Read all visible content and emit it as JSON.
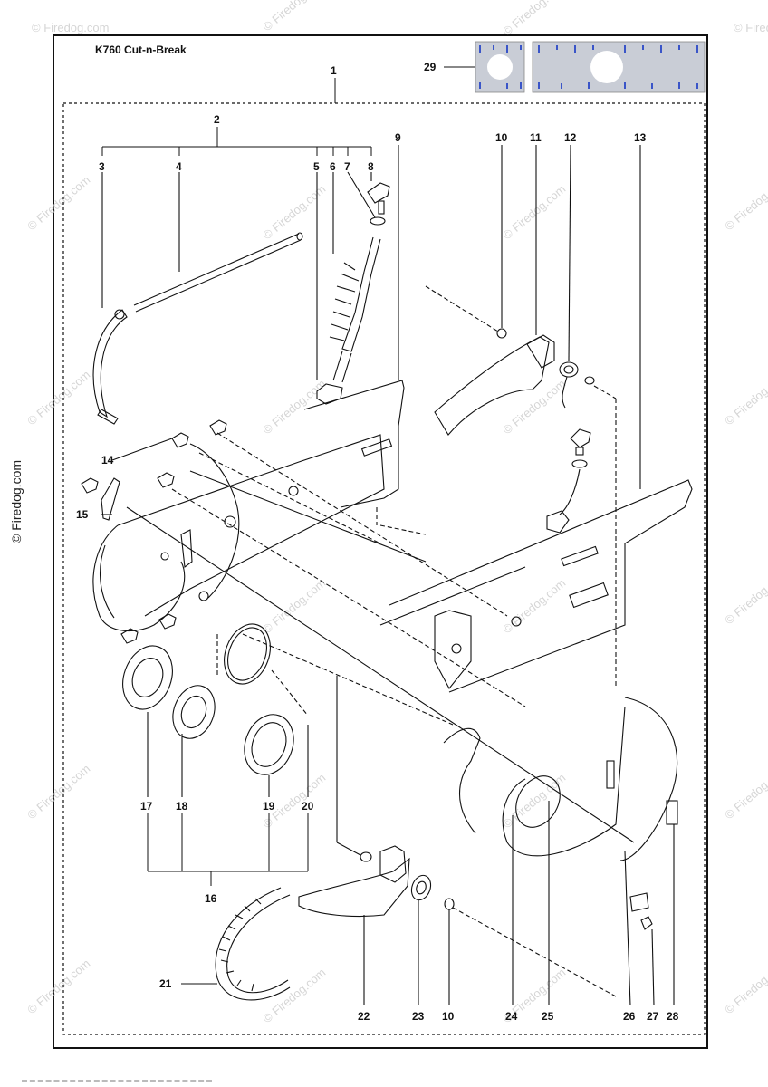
{
  "title": "K760 Cut-n-Break",
  "callouts": {
    "c1": "1",
    "c2": "2",
    "c3": "3",
    "c4": "4",
    "c5": "5",
    "c6": "6",
    "c7": "7",
    "c8": "8",
    "c9": "9",
    "c10a": "10",
    "c11": "11",
    "c12": "12",
    "c13": "13",
    "c14": "14",
    "c15": "15",
    "c16": "16",
    "c17": "17",
    "c18": "18",
    "c19": "19",
    "c20": "20",
    "c21": "21",
    "c22": "22",
    "c23": "23",
    "c10b": "10",
    "c24": "24",
    "c25": "25",
    "c26": "26",
    "c27": "27",
    "c28": "28",
    "c29": "29"
  },
  "watermark": {
    "text": "© Firedog.com",
    "side_text": "© Firedog.com"
  },
  "colors": {
    "line": "#111111",
    "frame": "#111111",
    "decal_fill": "#c9cdd6",
    "decal_mark": "#3a55c8",
    "watermark": "#d6d6d6"
  }
}
